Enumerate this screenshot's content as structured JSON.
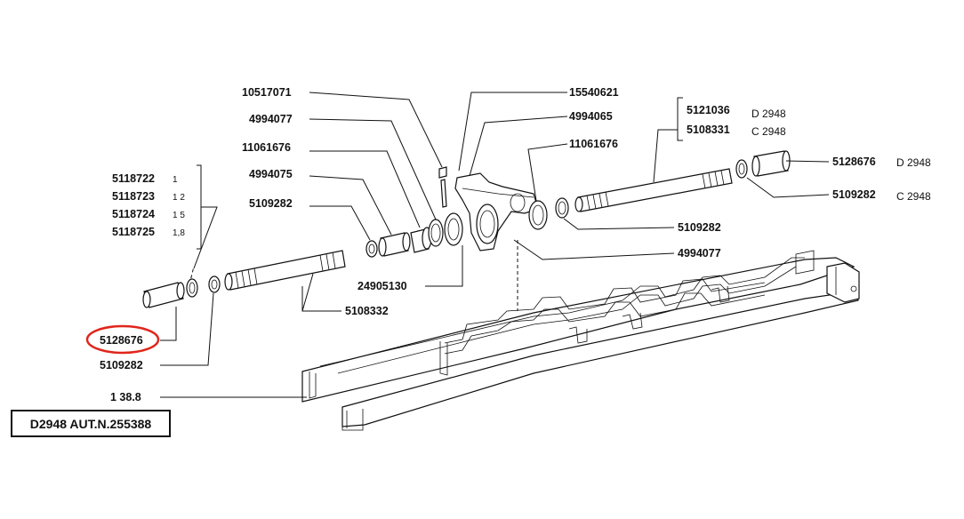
{
  "caption": "D2948 AUT.N.255388",
  "highlight_color": "#e0261c",
  "highlighted_part": "5128676",
  "labels": {
    "p10517071": "10517071",
    "p4994077_top": "4994077",
    "p11061676_left": "11061676",
    "p4994075": "4994075",
    "p5109282_left": "5109282",
    "p15540621": "15540621",
    "p4994065": "4994065",
    "p11061676_right": "11061676",
    "p5109282_mid": "5109282",
    "p4994077_mid": "4994077",
    "p24905130": "24905130",
    "p5108332": "5108332",
    "p5128676_left": "5128676",
    "p5109282_bottom": "5109282",
    "p138_8": "1 38.8",
    "p5128676_right": "5128676",
    "p5128676_right_variant": "D 2948",
    "p5109282_right": "5109282",
    "p5109282_right_variant": "C 2948"
  },
  "left_group": [
    {
      "part": "5118722",
      "note": "1"
    },
    {
      "part": "5118723",
      "note": "1 2"
    },
    {
      "part": "5118724",
      "note": "1 5"
    },
    {
      "part": "5118725",
      "note": "1,8"
    }
  ],
  "right_group": [
    {
      "part": "5121036",
      "note": "D 2948"
    },
    {
      "part": "5108331",
      "note": "C 2948"
    }
  ]
}
